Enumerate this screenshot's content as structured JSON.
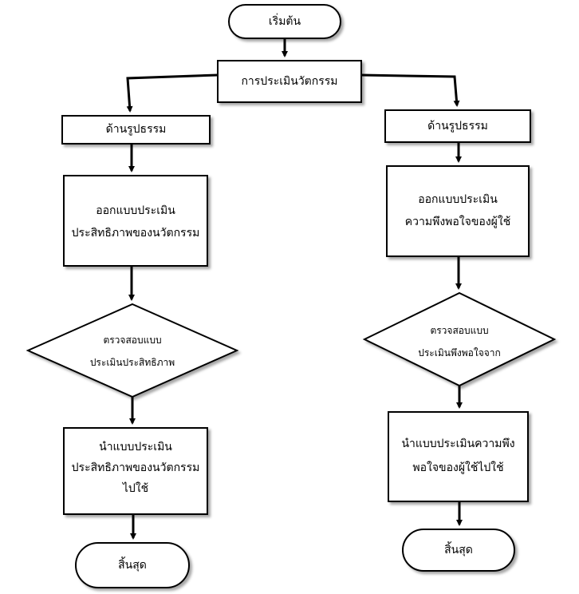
{
  "flowchart": {
    "start": "เริ่มต้น",
    "main": "การประเมินวัตกรรม",
    "left": {
      "branch": "ด้านรูปธรรม",
      "design": [
        "ออกแบบประเมิน",
        "ประสิทธิภาพของนวัตกรรม"
      ],
      "check": [
        "ตรวจสอบแบบ",
        "ประเมินประสิทธิภาพ"
      ],
      "apply": [
        "นำแบบประเมิน",
        "ประสิทธิภาพของนวัตกรรม",
        "ไปใช้"
      ],
      "end": "สิ้นสุด"
    },
    "right": {
      "branch": "ด้านรูปธรรม",
      "design": [
        "ออกแบบประเมิน",
        "ความพึงพอใจของผู้ใช้"
      ],
      "check": [
        "ตรวจสอบแบบ",
        "ประเมินพึงพอใจจาก"
      ],
      "apply": [
        "นำแบบประเมินความพึง",
        "พอใจของผู้ใช้ไปใช้"
      ],
      "end": "สิ้นสุด"
    }
  }
}
